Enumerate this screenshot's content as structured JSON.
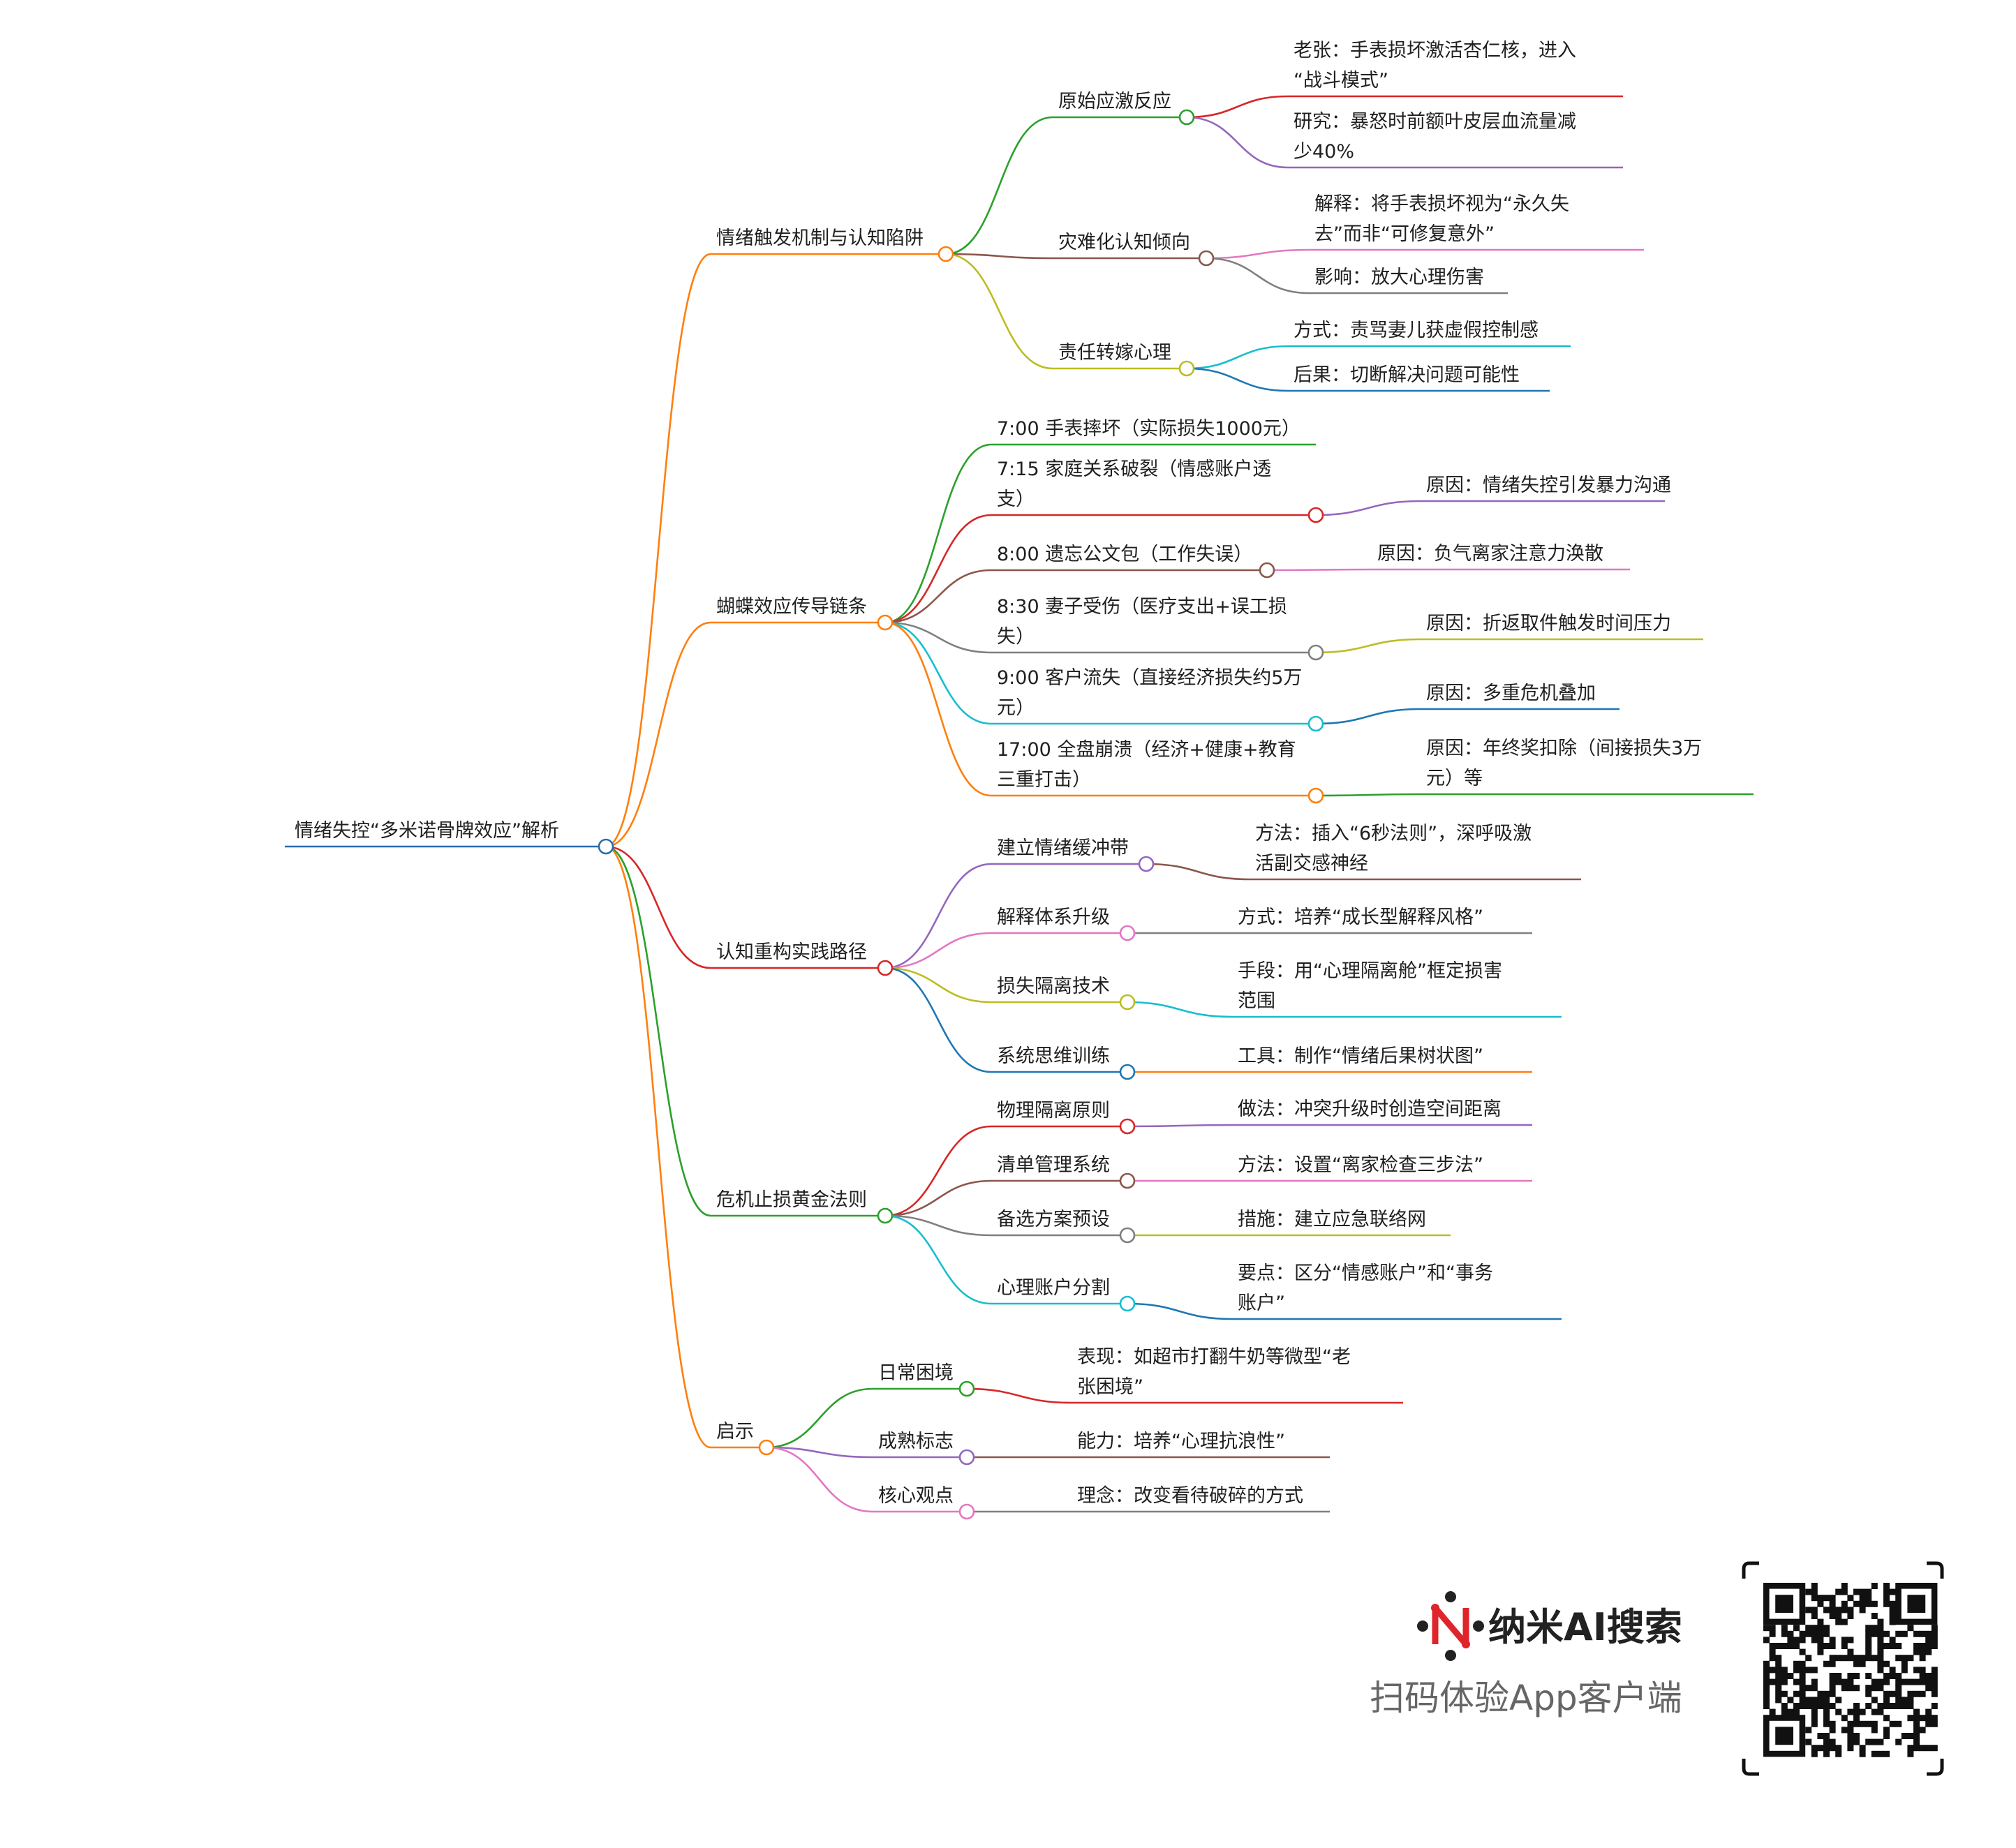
{
  "root": {
    "label": "情绪失控“多米诺骨牌效应”解析",
    "color": "#2a6cb0"
  },
  "branches": [
    {
      "label": "情绪触发机制与认知陷阱",
      "color": "#ff7f0e",
      "children": [
        {
          "label": "原始应激反应",
          "color": "#2ca02c",
          "leaves": [
            {
              "lines": [
                "老张：手表损坏激活杏仁核，进入",
                "“战斗模式”"
              ],
              "color": "#d62728"
            },
            {
              "lines": [
                "研究：暴怒时前额叶皮层血流量减",
                "少40%"
              ],
              "color": "#9467bd"
            }
          ]
        },
        {
          "label": "灾难化认知倾向",
          "color": "#8c564b",
          "leaves": [
            {
              "lines": [
                "解释：将手表损坏视为“永久失",
                "去”而非“可修复意外”"
              ],
              "color": "#e377c2"
            },
            {
              "lines": [
                "影响：放大心理伤害"
              ],
              "color": "#7f7f7f"
            }
          ]
        },
        {
          "label": "责任转嫁心理",
          "color": "#bcbd22",
          "leaves": [
            {
              "lines": [
                "方式：责骂妻儿获虚假控制感"
              ],
              "color": "#17becf"
            },
            {
              "lines": [
                "后果：切断解决问题可能性"
              ],
              "color": "#1f77b4"
            }
          ]
        }
      ]
    },
    {
      "label": "蝴蝶效应传导链条",
      "color": "#ff7f0e",
      "children": [
        {
          "lines": [
            "7:00 手表摔坏（实际损失1000元）"
          ],
          "color": "#2ca02c",
          "leaves": []
        },
        {
          "lines": [
            "7:15 家庭关系破裂（情感账户透",
            "支）"
          ],
          "color": "#d62728",
          "leaves": [
            {
              "lines": [
                "原因：情绪失控引发暴力沟通"
              ],
              "color": "#9467bd"
            }
          ]
        },
        {
          "lines": [
            "8:00 遗忘公文包（工作失误）"
          ],
          "color": "#8c564b",
          "leaves": [
            {
              "lines": [
                "原因：负气离家注意力涣散"
              ],
              "color": "#e377c2"
            }
          ]
        },
        {
          "lines": [
            "8:30 妻子受伤（医疗支出+误工损",
            "失）"
          ],
          "color": "#7f7f7f",
          "leaves": [
            {
              "lines": [
                "原因：折返取件触发时间压力"
              ],
              "color": "#bcbd22"
            }
          ]
        },
        {
          "lines": [
            "9:00 客户流失（直接经济损失约5万",
            "元）"
          ],
          "color": "#17becf",
          "leaves": [
            {
              "lines": [
                "原因：多重危机叠加"
              ],
              "color": "#1f77b4"
            }
          ]
        },
        {
          "lines": [
            "17:00 全盘崩溃（经济+健康+教育",
            "三重打击）"
          ],
          "color": "#ff7f0e",
          "leaves": [
            {
              "lines": [
                "原因：年终奖扣除（间接损失3万",
                "元）等"
              ],
              "color": "#2ca02c"
            }
          ]
        }
      ]
    },
    {
      "label": "认知重构实践路径",
      "color": "#d62728",
      "children": [
        {
          "label": "建立情绪缓冲带",
          "color": "#9467bd",
          "leaves": [
            {
              "lines": [
                "方法：插入“6秒法则”，深呼吸激",
                "活副交感神经"
              ],
              "color": "#8c564b"
            }
          ]
        },
        {
          "label": "解释体系升级",
          "color": "#e377c2",
          "leaves": [
            {
              "lines": [
                "方式：培养“成长型解释风格”"
              ],
              "color": "#7f7f7f"
            }
          ]
        },
        {
          "label": "损失隔离技术",
          "color": "#bcbd22",
          "leaves": [
            {
              "lines": [
                "手段：用“心理隔离舱”框定损害",
                "范围"
              ],
              "color": "#17becf"
            }
          ]
        },
        {
          "label": "系统思维训练",
          "color": "#1f77b4",
          "leaves": [
            {
              "lines": [
                "工具：制作“情绪后果树状图”"
              ],
              "color": "#ff7f0e"
            }
          ]
        }
      ]
    },
    {
      "label": "危机止损黄金法则",
      "color": "#2ca02c",
      "children": [
        {
          "label": "物理隔离原则",
          "color": "#d62728",
          "leaves": [
            {
              "lines": [
                "做法：冲突升级时创造空间距离"
              ],
              "color": "#9467bd"
            }
          ]
        },
        {
          "label": "清单管理系统",
          "color": "#8c564b",
          "leaves": [
            {
              "lines": [
                "方法：设置“离家检查三步法”"
              ],
              "color": "#e377c2"
            }
          ]
        },
        {
          "label": "备选方案预设",
          "color": "#7f7f7f",
          "leaves": [
            {
              "lines": [
                "措施：建立应急联络网"
              ],
              "color": "#bcbd22"
            }
          ]
        },
        {
          "label": "心理账户分割",
          "color": "#17becf",
          "leaves": [
            {
              "lines": [
                "要点：区分“情感账户”和“事务",
                "账户”"
              ],
              "color": "#1f77b4"
            }
          ]
        }
      ]
    },
    {
      "label": "启示",
      "color": "#ff7f0e",
      "children": [
        {
          "label": "日常困境",
          "color": "#2ca02c",
          "leaves": [
            {
              "lines": [
                "表现：如超市打翻牛奶等微型“老",
                "张困境”"
              ],
              "color": "#d62728"
            }
          ]
        },
        {
          "label": "成熟标志",
          "color": "#9467bd",
          "leaves": [
            {
              "lines": [
                "能力：培养“心理抗浪性”"
              ],
              "color": "#8c564b"
            }
          ]
        },
        {
          "label": "核心观点",
          "color": "#e377c2",
          "leaves": [
            {
              "lines": [
                "理念：改变看待破碎的方式"
              ],
              "color": "#7f7f7f"
            }
          ]
        }
      ]
    }
  ],
  "brand": {
    "name": "纳米AI搜索",
    "slogan": "扫码体验App客户端",
    "icon": "nano-ai-logo-icon",
    "accent": "#e0242c"
  }
}
